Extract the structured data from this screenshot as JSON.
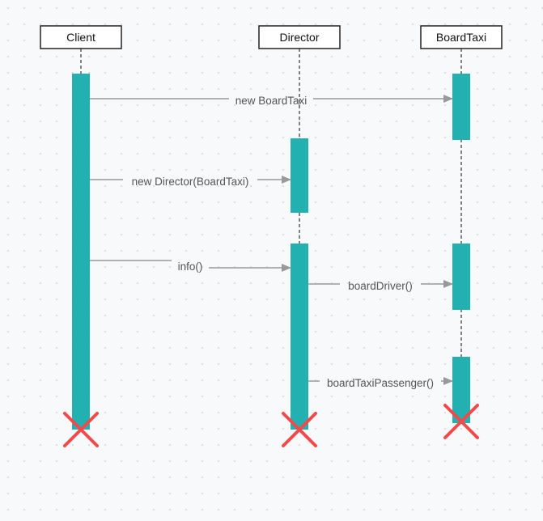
{
  "colors": {
    "activation": "#23b0b0",
    "lifeline": "#333333",
    "arrow": "#999999",
    "destroy": "#f24a4a",
    "actor_border": "#222222",
    "actor_fill": "#ffffff"
  },
  "participants": [
    {
      "id": "client",
      "name": "Client"
    },
    {
      "id": "director",
      "name": "Director"
    },
    {
      "id": "boardtaxi",
      "name": "BoardTaxi"
    }
  ],
  "messages": [
    {
      "id": "msg-1",
      "from": "client",
      "to": "boardtaxi",
      "label": "new BoardTaxi"
    },
    {
      "id": "msg-2",
      "from": "client",
      "to": "director",
      "label": "new Director(BoardTaxi)"
    },
    {
      "id": "msg-3",
      "from": "client",
      "to": "director",
      "label": "info()"
    },
    {
      "id": "msg-4",
      "from": "director",
      "to": "boardtaxi",
      "label": "boardDriver()"
    },
    {
      "id": "msg-5",
      "from": "director",
      "to": "boardtaxi",
      "label": "boardTaxiPassenger()"
    }
  ],
  "destroy_markers": [
    "client",
    "director",
    "boardtaxi"
  ],
  "destroy_icon": "x-destroy-icon",
  "arrow_icon": "filled-arrowhead-icon"
}
